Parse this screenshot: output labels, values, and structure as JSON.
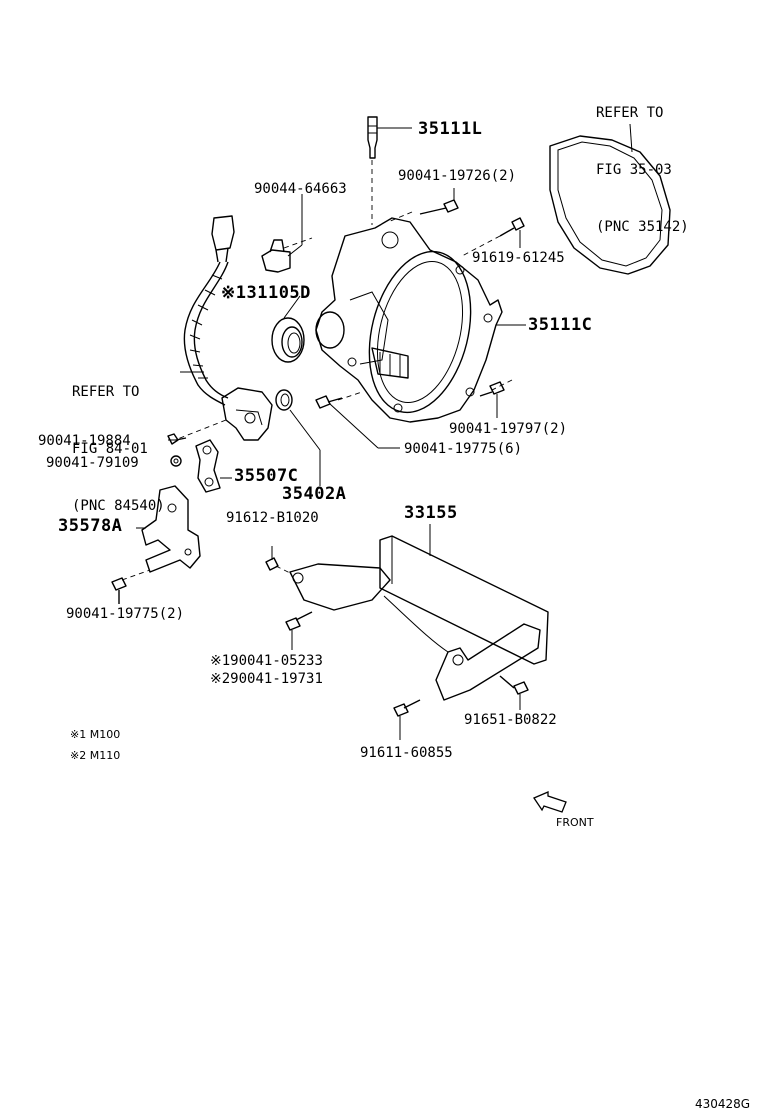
{
  "figure_id": "430428G",
  "parts": {
    "p35111L": "35111L",
    "p90044": "90044-64663",
    "p90041_19726": "90041-19726(2)",
    "p91619": "91619-61245",
    "p31105D": "31105D",
    "p35111C": "35111C",
    "p90041_19797": "90041-19797(2)",
    "p90041_19775_6": "90041-19775(6)",
    "p90041_19884": "90041-19884",
    "p90041_79109": "90041-79109",
    "p35507C": "35507C",
    "p35402A": "35402A",
    "p91612": "91612-B1020",
    "p33155": "33155",
    "p35578A": "35578A",
    "p90041_19775_2": "90041-19775(2)",
    "p90041_05233": "90041-05233",
    "p90041_19731": "90041-19731",
    "p91651": "91651-B0822",
    "p91611": "91611-60855"
  },
  "marks": {
    "m1": "※1",
    "m2": "※2"
  },
  "refs": {
    "ref1_line1": "REFER TO",
    "ref1_line2": "FIG 35-03",
    "ref1_line3": "(PNC 35142)",
    "ref2_line1": "REFER TO",
    "ref2_line2": "FIG 84-01",
    "ref2_line3": "(PNC 84540)"
  },
  "legend": {
    "item1": "※1 M100",
    "item2": "※2 M110"
  },
  "direction_label": "FRONT"
}
